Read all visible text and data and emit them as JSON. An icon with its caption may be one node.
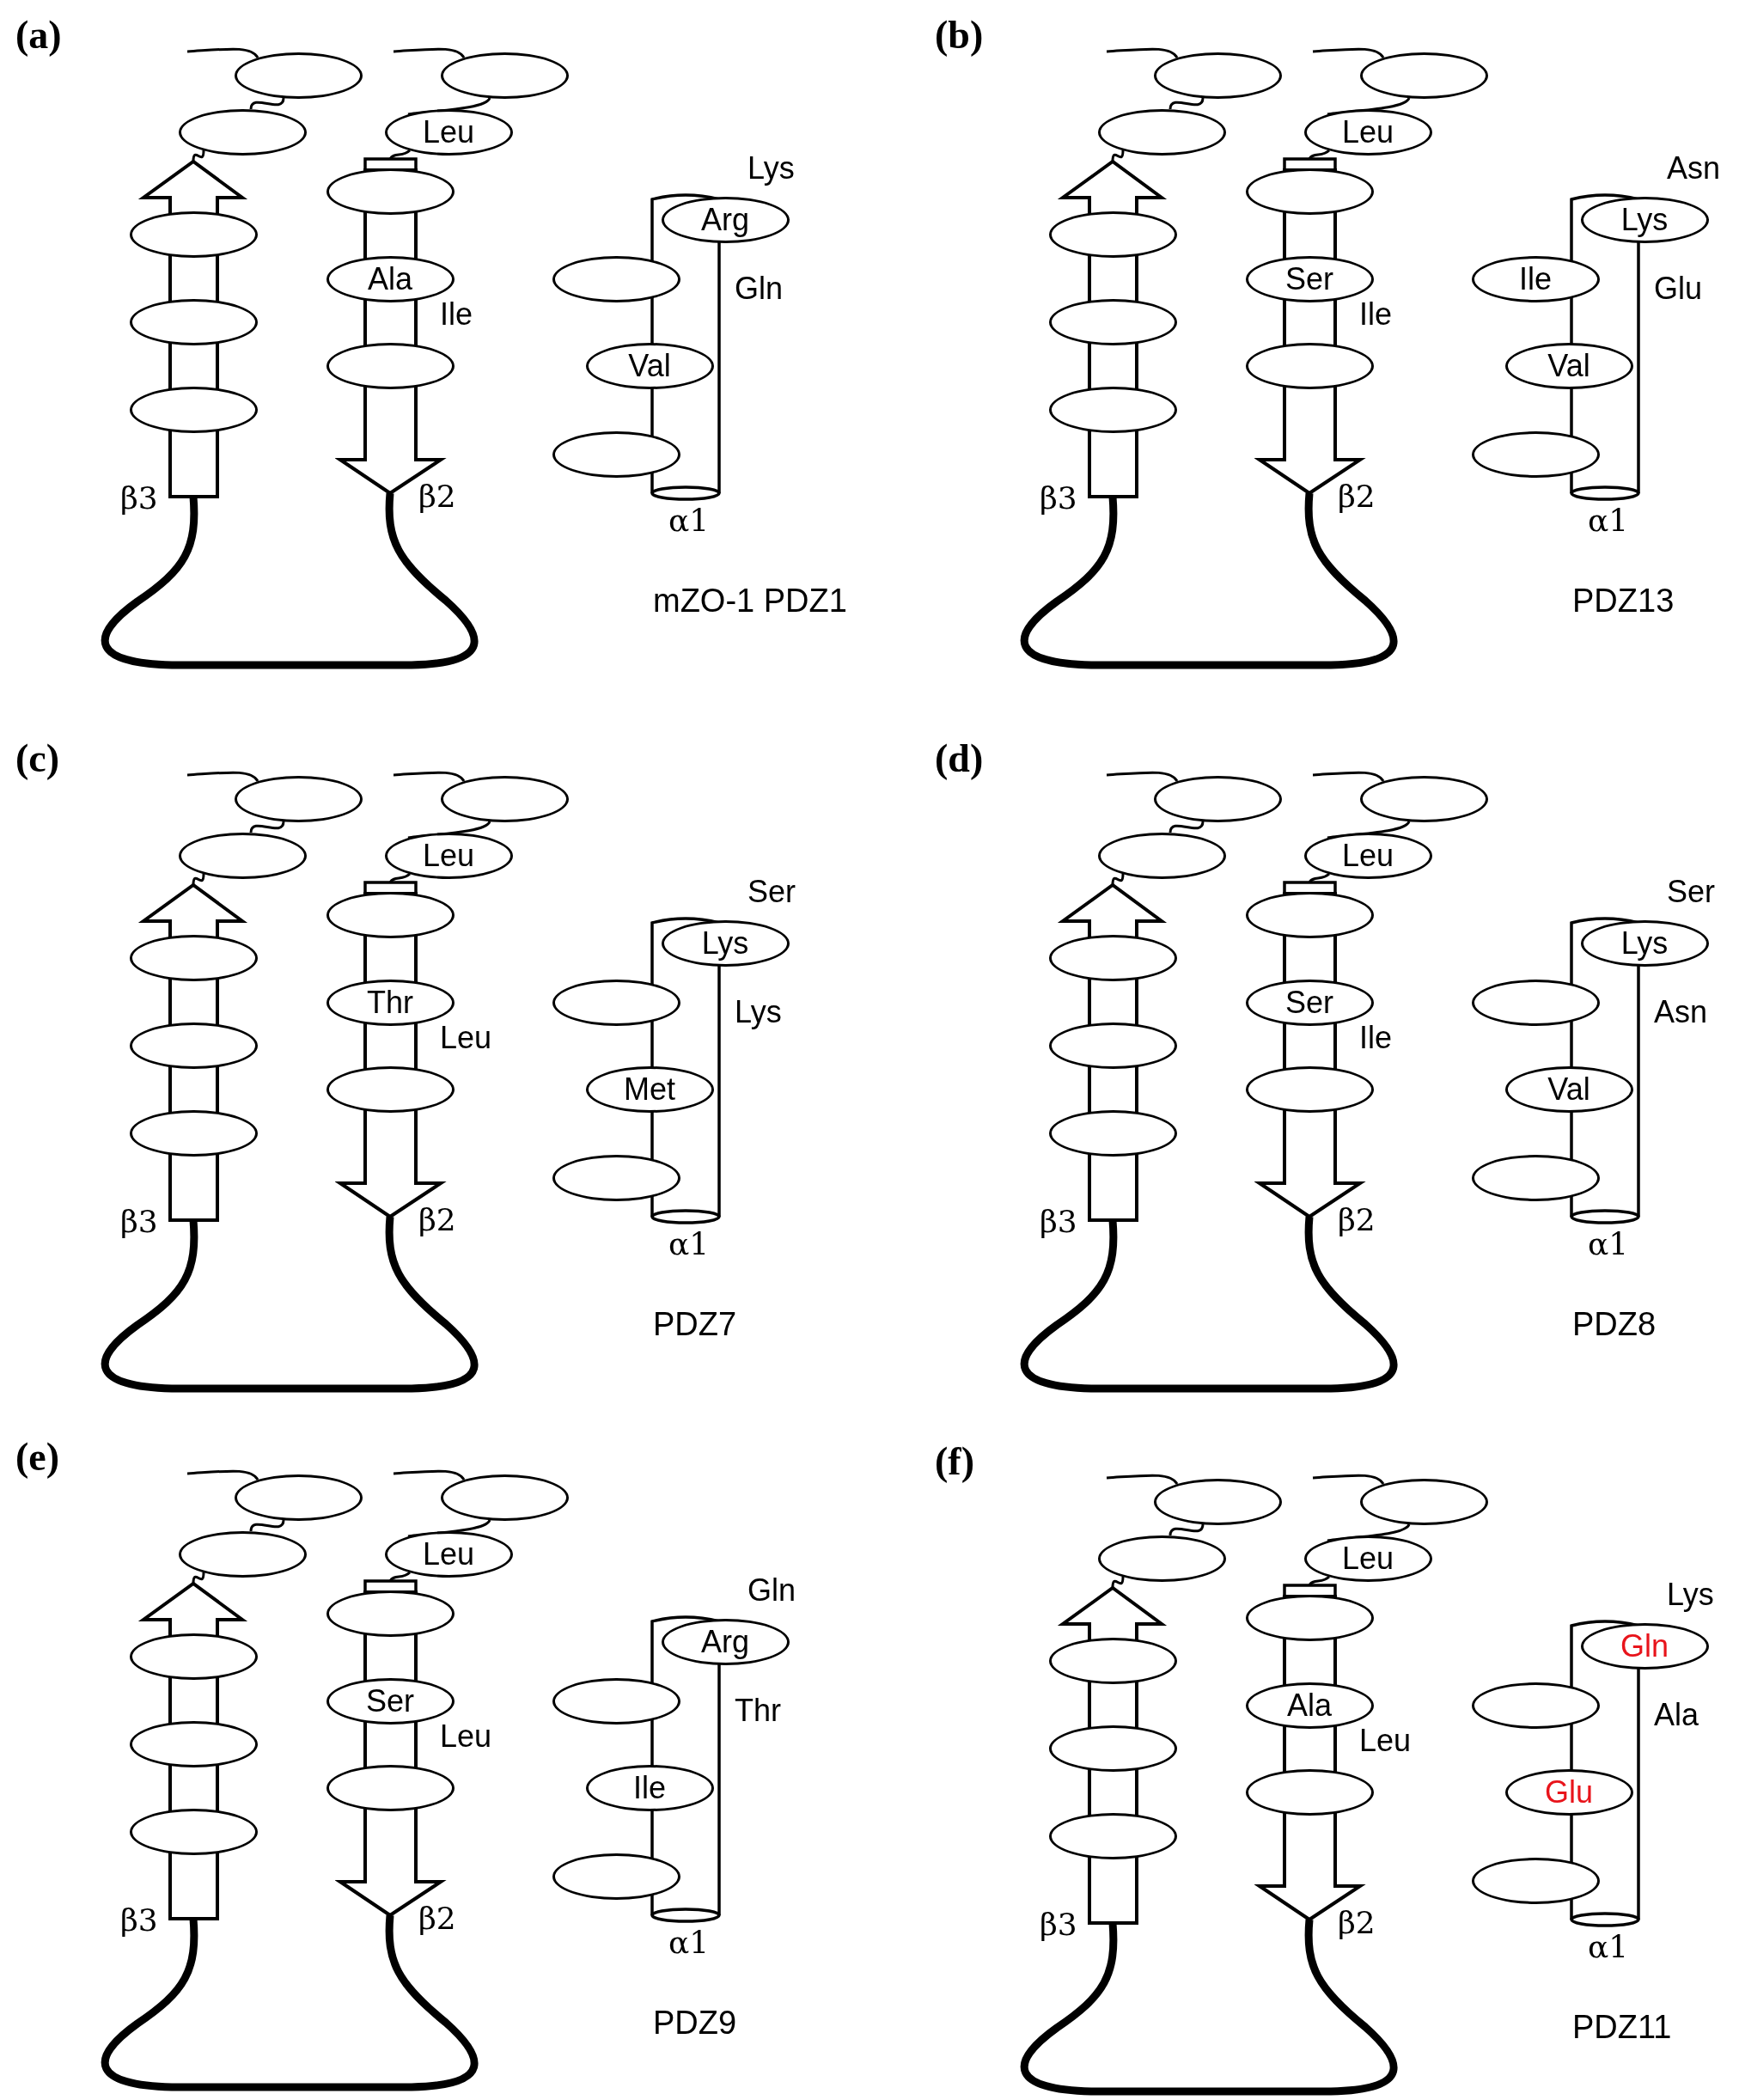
{
  "diagram": {
    "nodes": [
      {
        "text": [
          "β3"
        ]
      },
      {
        "text": [
          "β2"
        ]
      },
      {
        "text": [
          "α1"
        ]
      },
      {
        "text": [],
        "shape": "ellipse"
      },
      {
        "text": [],
        "shape": "ellipse"
      },
      {
        "text": [],
        "shape": "ellipse"
      },
      {
        "text": [
          "Leu"
        ]
      },
      {
        "text": [],
        "shape": "ellipse"
      },
      {
        "text": [],
        "shape": "ellipse"
      },
      {
        "text": [],
        "shape": "ellipse"
      },
      {
        "text": [],
        "shape": "ellipse"
      },
      {
        "text": [
          "Ala"
        ]
      },
      {
        "text": [],
        "shape": "ellipse"
      },
      {
        "text": [
          "Arg"
        ]
      },
      {
        "text": [],
        "shape": "ellipse"
      },
      {
        "text": [
          "Val"
        ]
      },
      {
        "text": [],
        "shape": "ellipse"
      },
      {
        "text": [
          "β3"
        ]
      },
      {
        "text": [
          "β2"
        ]
      },
      {
        "text": [
          "α1"
        ]
      },
      {
        "text": [],
        "shape": "ellipse"
      },
      {
        "text": [],
        "shape": "ellipse"
      },
      {
        "text": [],
        "shape": "ellipse"
      },
      {
        "text": [
          "Leu"
        ]
      },
      {
        "text": [],
        "shape": "ellipse"
      },
      {
        "text": [],
        "shape": "ellipse"
      },
      {
        "text": [],
        "shape": "ellipse"
      },
      {
        "text": [],
        "shape": "ellipse"
      },
      {
        "text": [
          "Ser"
        ]
      },
      {
        "text": [],
        "shape": "ellipse"
      },
      {
        "text": [
          "Lys"
        ]
      },
      {
        "text": [
          "Ile"
        ]
      },
      {
        "text": [
          "Val"
        ]
      },
      {
        "text": [],
        "shape": "ellipse"
      },
      {
        "text": [
          "β3"
        ]
      },
      {
        "text": [
          "β2"
        ]
      },
      {
        "text": [
          "α1"
        ]
      },
      {
        "text": [],
        "shape": "ellipse"
      },
      {
        "text": [],
        "shape": "ellipse"
      },
      {
        "text": [],
        "shape": "ellipse"
      },
      {
        "text": [
          "Leu"
        ]
      },
      {
        "text": [],
        "shape": "ellipse"
      },
      {
        "text": [],
        "shape": "ellipse"
      },
      {
        "text": [],
        "shape": "ellipse"
      },
      {
        "text": [],
        "shape": "ellipse"
      },
      {
        "text": [
          "Thr"
        ]
      },
      {
        "text": [],
        "shape": "ellipse"
      },
      {
        "text": [
          "Lys"
        ]
      },
      {
        "text": [],
        "shape": "ellipse"
      },
      {
        "text": [
          "Met"
        ]
      },
      {
        "text": [],
        "shape": "ellipse"
      },
      {
        "text": [
          "β3"
        ]
      },
      {
        "text": [
          "β2"
        ]
      },
      {
        "text": [
          "α1"
        ]
      },
      {
        "text": [],
        "shape": "ellipse"
      },
      {
        "text": [],
        "shape": "ellipse"
      },
      {
        "text": [],
        "shape": "ellipse"
      },
      {
        "text": [
          "Leu"
        ]
      },
      {
        "text": [],
        "shape": "ellipse"
      },
      {
        "text": [],
        "shape": "ellipse"
      },
      {
        "text": [],
        "shape": "ellipse"
      },
      {
        "text": [],
        "shape": "ellipse"
      },
      {
        "text": [
          "Ser"
        ]
      },
      {
        "text": [],
        "shape": "ellipse"
      },
      {
        "text": [
          "Lys"
        ]
      },
      {
        "text": [],
        "shape": "ellipse"
      },
      {
        "text": [
          "Val"
        ]
      },
      {
        "text": [],
        "shape": "ellipse"
      },
      {
        "text": [
          "β3"
        ]
      },
      {
        "text": [
          "β2"
        ]
      },
      {
        "text": [
          "α1"
        ]
      },
      {
        "text": [],
        "shape": "ellipse"
      },
      {
        "text": [],
        "shape": "ellipse"
      },
      {
        "text": [],
        "shape": "ellipse"
      },
      {
        "text": [
          "Leu"
        ]
      },
      {
        "text": [],
        "shape": "ellipse"
      },
      {
        "text": [],
        "shape": "ellipse"
      },
      {
        "text": [],
        "shape": "ellipse"
      },
      {
        "text": [],
        "shape": "ellipse"
      },
      {
        "text": [
          "Ser"
        ]
      },
      {
        "text": [],
        "shape": "ellipse"
      },
      {
        "text": [
          "Arg"
        ]
      },
      {
        "text": [],
        "shape": "ellipse"
      },
      {
        "text": [
          "Ile"
        ]
      },
      {
        "text": [],
        "shape": "ellipse"
      },
      {
        "text": [
          "β3"
        ]
      },
      {
        "text": [
          "β2"
        ]
      },
      {
        "text": [
          "α1"
        ]
      },
      {
        "text": [],
        "shape": "ellipse"
      },
      {
        "text": [],
        "shape": "ellipse"
      },
      {
        "text": [],
        "shape": "ellipse"
      },
      {
        "text": [
          "Leu"
        ]
      },
      {
        "text": [],
        "shape": "ellipse"
      },
      {
        "text": [],
        "shape": "ellipse"
      },
      {
        "text": [],
        "shape": "ellipse"
      },
      {
        "text": [],
        "shape": "ellipse"
      },
      {
        "text": [
          "Ala"
        ]
      },
      {
        "text": [],
        "shape": "ellipse"
      },
      {
        "text": [
          "Gln"
        ]
      },
      {
        "text": [],
        "shape": "ellipse"
      },
      {
        "text": [
          "Glu"
        ]
      },
      {
        "text": [],
        "shape": "ellipse"
      }
    ],
    "edges": [
      {
        "from": null,
        "to": 3,
        "arrow": "none"
      },
      {
        "from": 3,
        "to": 5,
        "arrow": "none"
      },
      {
        "from": 5,
        "to": 0,
        "arrow": "none"
      },
      {
        "from": null,
        "to": 4,
        "arrow": "none"
      },
      {
        "from": 4,
        "to": 6,
        "arrow": "none"
      },
      {
        "from": 6,
        "to": 1,
        "arrow": "none"
      },
      {
        "from": 0,
        "to": 1,
        "arrow": "none",
        "style": "thick"
      },
      {
        "from": null,
        "to": 20,
        "arrow": "none"
      },
      {
        "from": 20,
        "to": 22,
        "arrow": "none"
      },
      {
        "from": 22,
        "to": 17,
        "arrow": "none"
      },
      {
        "from": null,
        "to": 21,
        "arrow": "none"
      },
      {
        "from": 21,
        "to": 23,
        "arrow": "none"
      },
      {
        "from": 23,
        "to": 18,
        "arrow": "none"
      },
      {
        "from": 17,
        "to": 18,
        "arrow": "none",
        "style": "thick"
      },
      {
        "from": null,
        "to": 37,
        "arrow": "none"
      },
      {
        "from": 37,
        "to": 39,
        "arrow": "none"
      },
      {
        "from": 39,
        "to": 34,
        "arrow": "none"
      },
      {
        "from": null,
        "to": 38,
        "arrow": "none"
      },
      {
        "from": 38,
        "to": 40,
        "arrow": "none"
      },
      {
        "from": 40,
        "to": 35,
        "arrow": "none"
      },
      {
        "from": 34,
        "to": 35,
        "arrow": "none",
        "style": "thick"
      },
      {
        "from": null,
        "to": 54,
        "arrow": "none"
      },
      {
        "from": 54,
        "to": 56,
        "arrow": "none"
      },
      {
        "from": 56,
        "to": 51,
        "arrow": "none"
      },
      {
        "from": null,
        "to": 55,
        "arrow": "none"
      },
      {
        "from": 55,
        "to": 57,
        "arrow": "none"
      },
      {
        "from": 57,
        "to": 52,
        "arrow": "none"
      },
      {
        "from": 51,
        "to": 52,
        "arrow": "none",
        "style": "thick"
      },
      {
        "from": null,
        "to": 71,
        "arrow": "none"
      },
      {
        "from": 71,
        "to": 73,
        "arrow": "none"
      },
      {
        "from": 73,
        "to": 68,
        "arrow": "none"
      },
      {
        "from": null,
        "to": 72,
        "arrow": "none"
      },
      {
        "from": 72,
        "to": 74,
        "arrow": "none"
      },
      {
        "from": 74,
        "to": 69,
        "arrow": "none"
      },
      {
        "from": 68,
        "to": 69,
        "arrow": "none",
        "style": "thick"
      },
      {
        "from": null,
        "to": 88,
        "arrow": "none"
      },
      {
        "from": 88,
        "to": 90,
        "arrow": "none"
      },
      {
        "from": 90,
        "to": 85,
        "arrow": "none"
      },
      {
        "from": null,
        "to": 89,
        "arrow": "none"
      },
      {
        "from": 89,
        "to": 91,
        "arrow": "none"
      },
      {
        "from": 91,
        "to": 86,
        "arrow": "none"
      },
      {
        "from": 85,
        "to": 86,
        "arrow": "none",
        "style": "thick"
      }
    ],
    "labels": [
      "(a)",
      "Lys",
      "Ile",
      "Gln",
      "mZO-1 PDZ1",
      "(b)",
      "Asn",
      "Ile",
      "Glu",
      "PDZ13",
      "(c)",
      "Ser",
      "Leu",
      "Lys",
      "PDZ7",
      "(d)",
      "Ser",
      "Ile",
      "Asn",
      "PDZ8",
      "(e)",
      "Gln",
      "Leu",
      "Thr",
      "PDZ9",
      "(f)",
      "Lys",
      "Leu",
      "Ala",
      "PDZ11"
    ]
  }
}
